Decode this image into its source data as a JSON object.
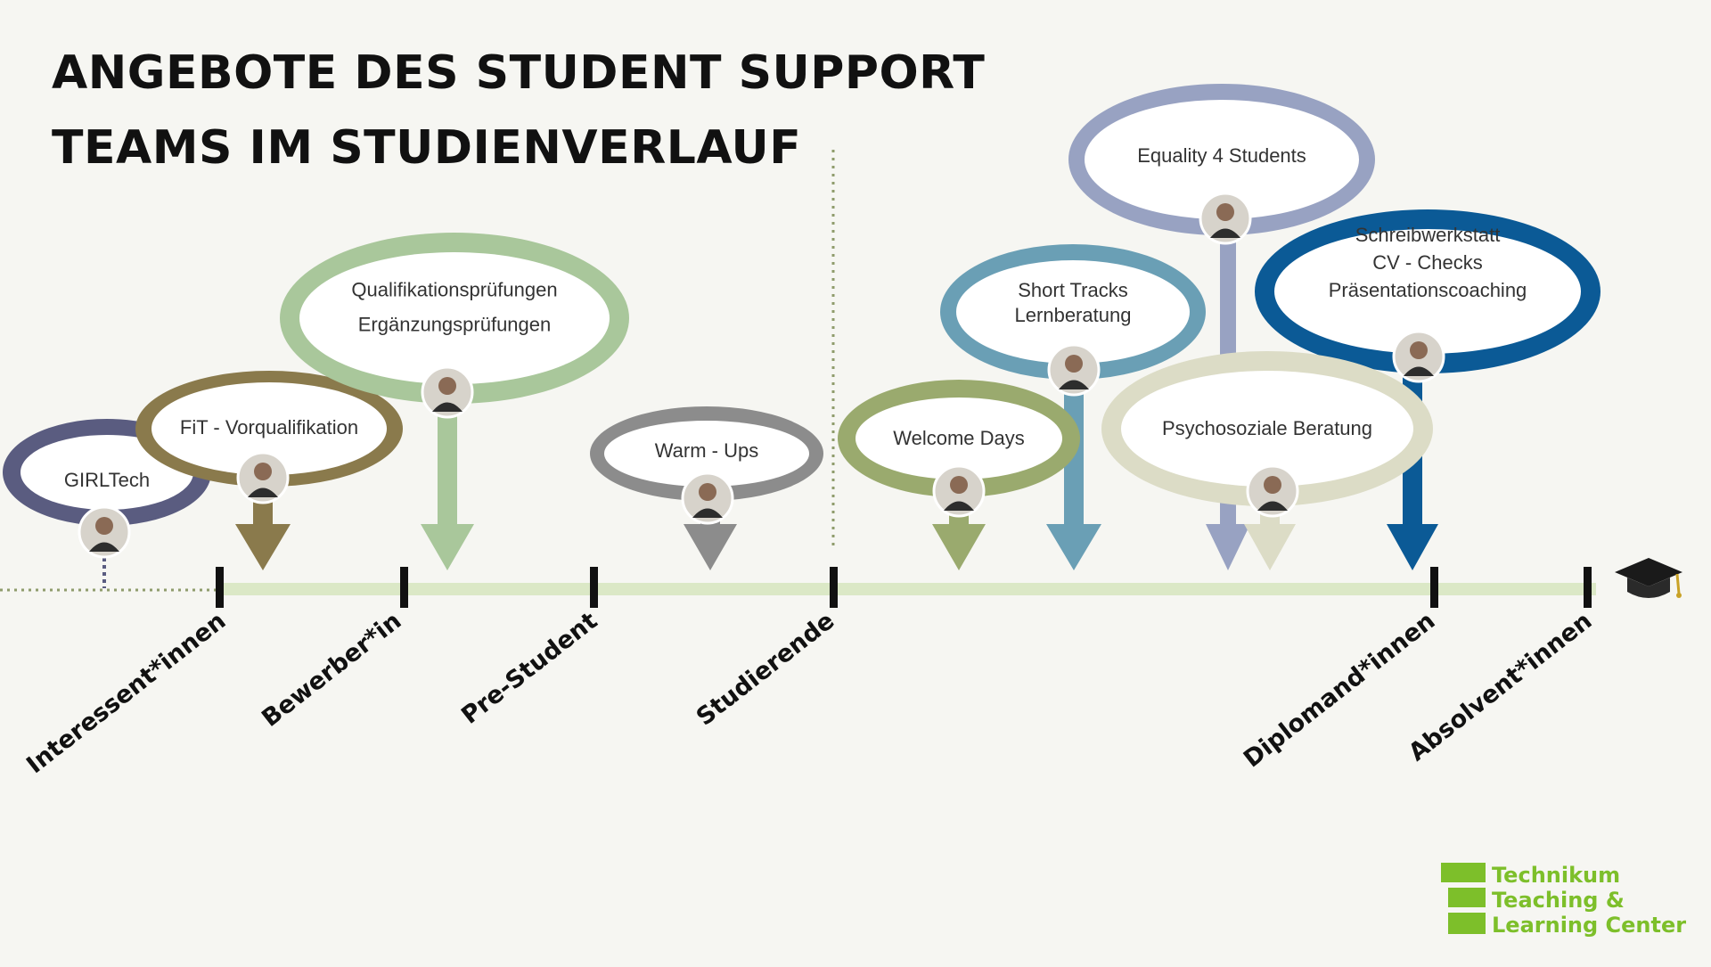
{
  "header": {
    "title_line1": "ANGEBOTE DES STUDENT SUPPORT",
    "title_line2": "TEAMS IM STUDIENVERLAUF"
  },
  "colors": {
    "background": "#f6f6f2",
    "timeline": "#dbe8c6",
    "logo_green": "#7dbf2a"
  },
  "stages": [
    {
      "label": "Interessent*innen"
    },
    {
      "label": "Bewerber*in"
    },
    {
      "label": "Pre-Student"
    },
    {
      "label": "Studierende"
    },
    {
      "label": "Diplomand*innen"
    },
    {
      "label": "Absolvent*innen"
    }
  ],
  "offers": [
    {
      "id": "girltech",
      "lines": [
        "GIRLTech"
      ],
      "color": "#5a5c80",
      "icon": "person-photo"
    },
    {
      "id": "fit",
      "lines": [
        "FiT - Vorqualifikation"
      ],
      "color": "#8a7a4c",
      "icon": "person-photo"
    },
    {
      "id": "quali",
      "lines": [
        "Qualifikationsprüfungen",
        "Ergänzungsprüfungen"
      ],
      "color": "#a9c79b",
      "icon": "person-photo"
    },
    {
      "id": "warmups",
      "lines": [
        "Warm - Ups"
      ],
      "color": "#8c8c8c",
      "icon": "person-photo"
    },
    {
      "id": "welcome",
      "lines": [
        "Welcome Days"
      ],
      "color": "#9aaa6e",
      "icon": "person-photo"
    },
    {
      "id": "shorttracks",
      "lines": [
        "Short Tracks",
        "Lernberatung"
      ],
      "color": "#6a9fb5",
      "icon": "person-photo"
    },
    {
      "id": "equality",
      "lines": [
        "Equality 4 Students"
      ],
      "color": "#98a2c2",
      "icon": "person-photo"
    },
    {
      "id": "psycho",
      "lines": [
        "Psychosoziale Beratung"
      ],
      "color": "#dcdcc6",
      "icon": "person-photo"
    },
    {
      "id": "schreib",
      "lines": [
        "Schreibwerkstatt",
        "CV - Checks",
        "Präsentationscoaching"
      ],
      "color": "#0b5a96",
      "icon": "person-photo"
    }
  ],
  "logo": {
    "line1": "Technikum",
    "line2": "Teaching &",
    "line3": "Learning Center",
    "icon": "tlc-logo-icon"
  },
  "end_icon": "graduation-cap-icon"
}
